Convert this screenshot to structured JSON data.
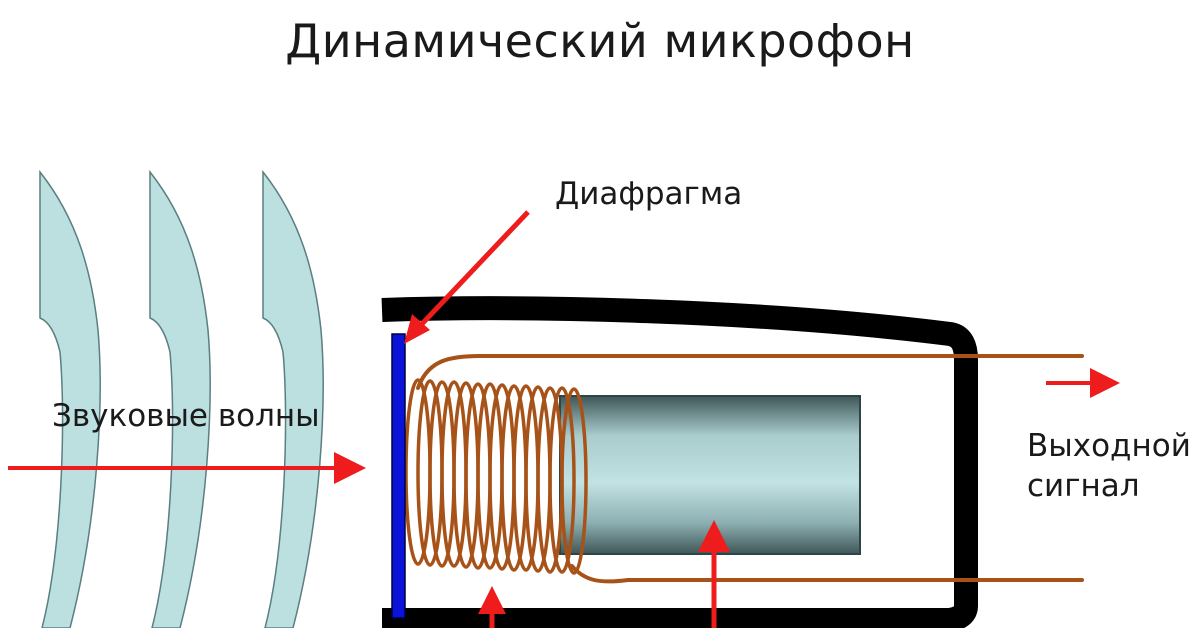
{
  "title": "Динамический микрофон",
  "labels": {
    "diaphragm": "Диафрагма",
    "sound_waves": "Звуковые волны",
    "output_signal_line1": "Выходной",
    "output_signal_line2": "сигнал"
  },
  "colors": {
    "arrow": "#ee1c1c",
    "diaphragm": "#0a14d8",
    "coil": "#a75218",
    "wave_fill": "#bcdfe0",
    "housing": "#000000",
    "magnet_mid": "#b7d9db",
    "magnet_edge": "#3f5758"
  },
  "icons": {
    "arrow": "right-arrow-icon",
    "up_arrow": "up-arrow-icon"
  }
}
